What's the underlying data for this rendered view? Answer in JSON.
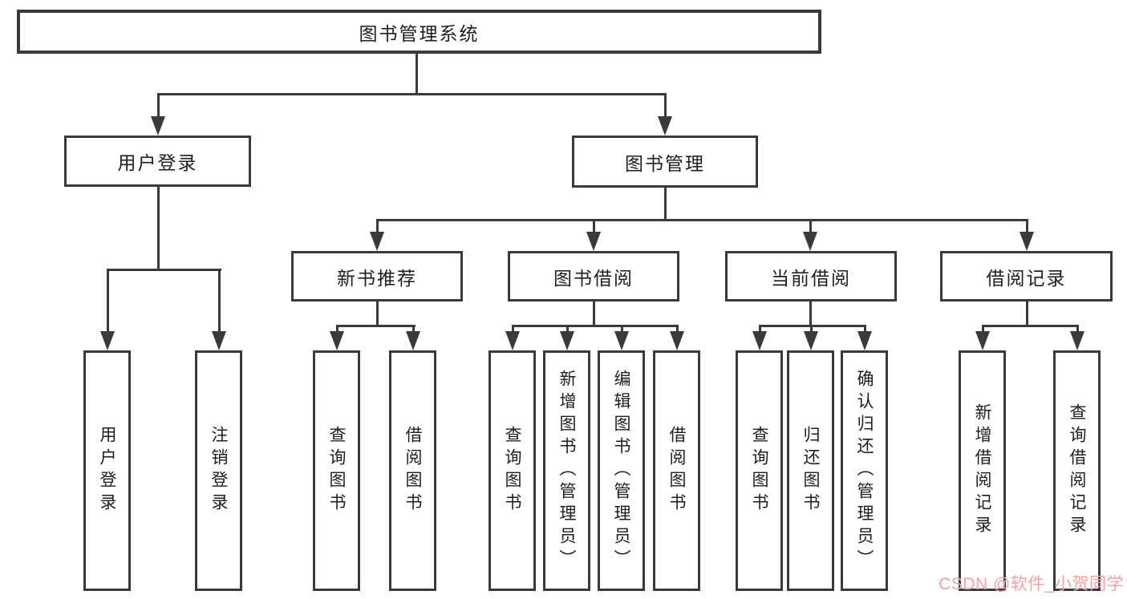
{
  "colors": {
    "line": "#3a3a3a",
    "text": "#1e1e1e",
    "background": "#ffffff",
    "watermark": "#f2a2a2"
  },
  "tree": {
    "root": "图书管理系统",
    "children": [
      {
        "label": "用户登录",
        "children": [
          "用户登录",
          "注销登录"
        ]
      },
      {
        "label": "图书管理",
        "children": [
          {
            "label": "新书推荐",
            "children": [
              "查询图书",
              "借阅图书"
            ]
          },
          {
            "label": "图书借阅",
            "children": [
              "查询图书",
              "新增图书（管理员）",
              "编辑图书（管理员）",
              "借阅图书"
            ]
          },
          {
            "label": "当前借阅",
            "children": [
              "查询图书",
              "归还图书",
              "确认归还（管理员）"
            ]
          },
          {
            "label": "借阅记录",
            "children": [
              "新增借阅记录",
              "查询借阅记录"
            ]
          }
        ]
      }
    ]
  },
  "watermark": {
    "text": "CSDN @软件_小贺同学"
  }
}
